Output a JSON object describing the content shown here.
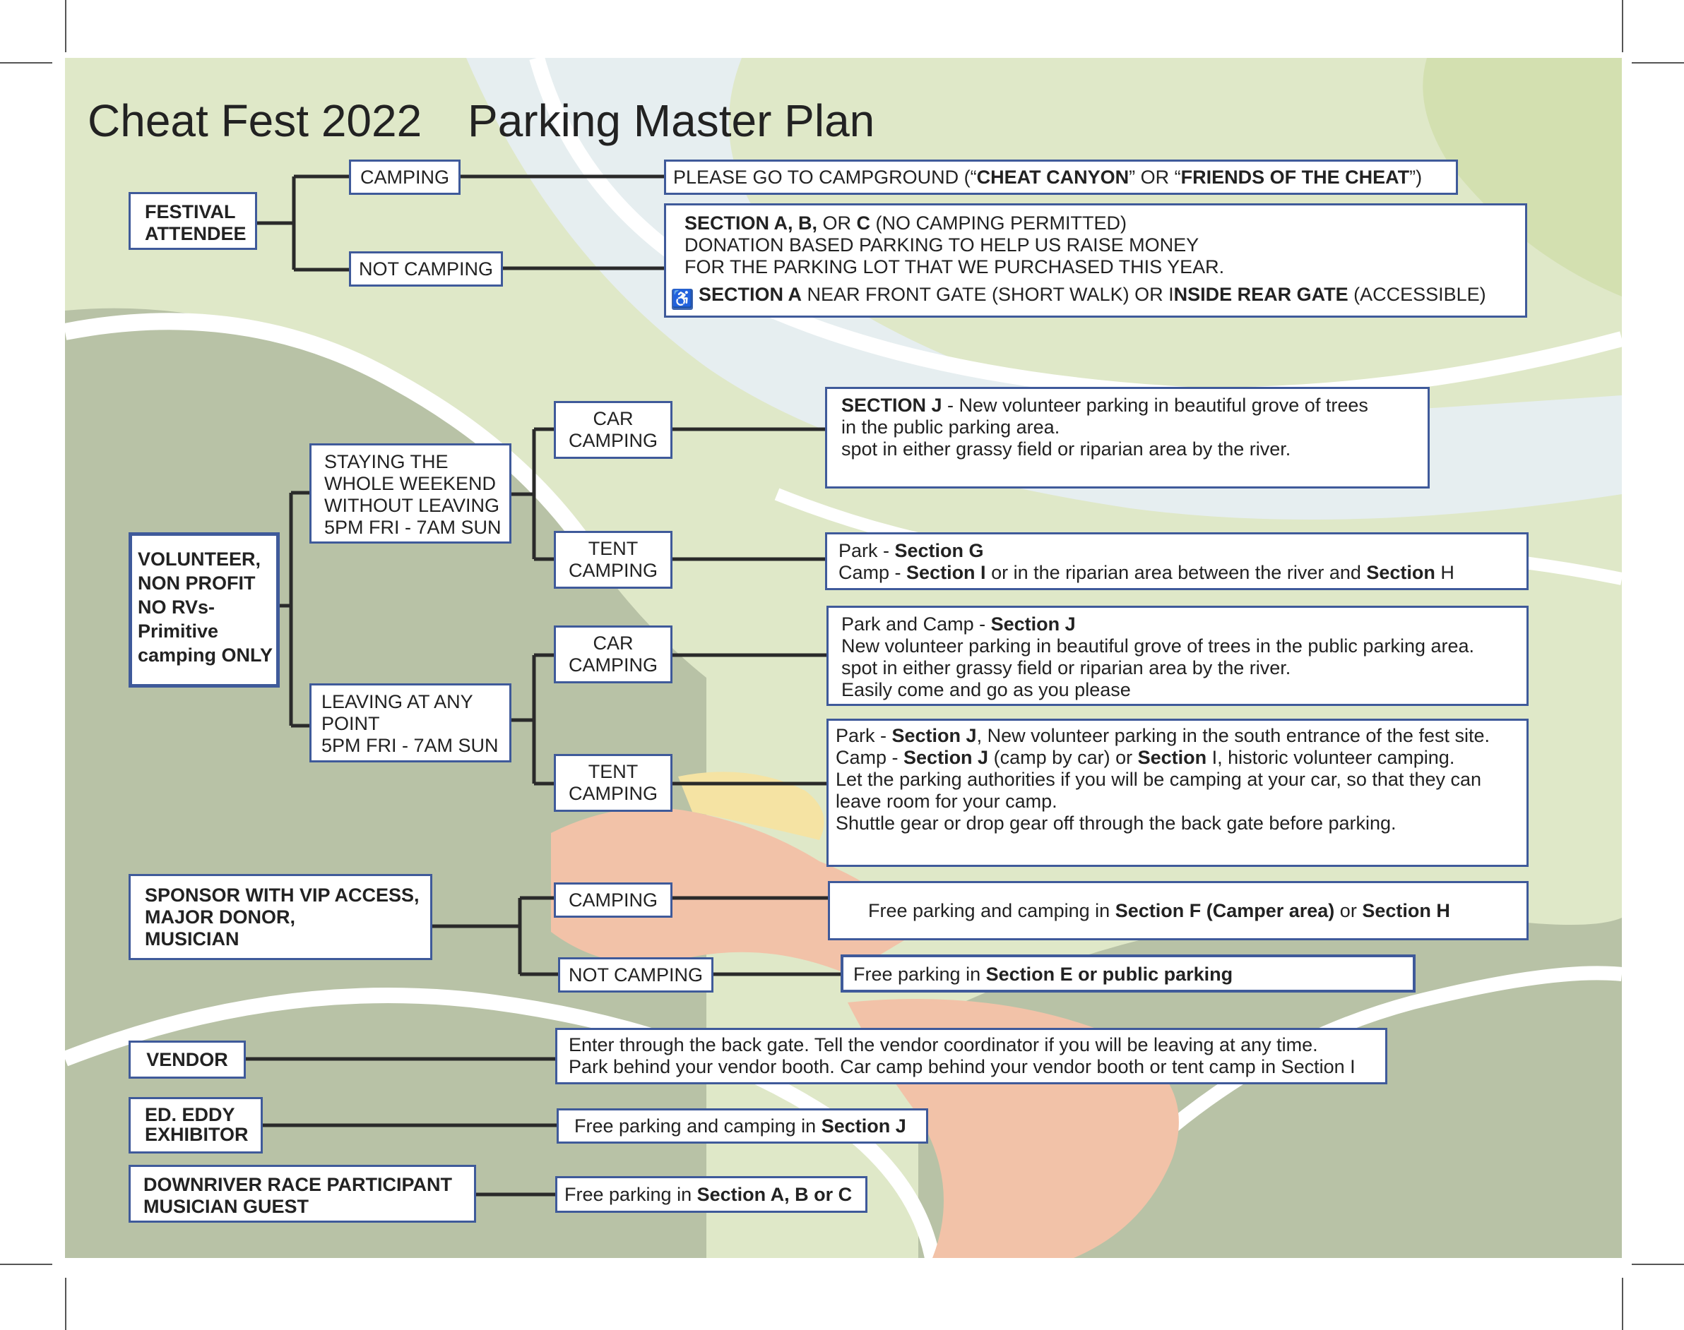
{
  "title": {
    "event": "Cheat Fest 2022",
    "plan": "Parking Master Plan"
  },
  "colors": {
    "box_border": "#3f5a9a",
    "connector": "#2a2a2a",
    "accessible_icon": "#3e66b0"
  },
  "icons": {
    "accessible": "accessible-icon"
  },
  "festival_attendee": {
    "label": "FESTIVAL ATTENDEE",
    "camping": {
      "label": "CAMPING",
      "info": {
        "p1": "PLEASE GO TO CAMPGROUND (“",
        "b1": "CHEAT CANYON",
        "p2": "” OR “",
        "b2": "FRIENDS OF THE CHEAT",
        "p3": "”)"
      }
    },
    "not_camping": {
      "label": "NOT CAMPING",
      "info": {
        "l1_b1": "SECTION A, B,",
        "l1_p1": " OR ",
        "l1_b2": "C",
        "l1_p2": "  (NO CAMPING PERMITTED)",
        "l2": "DONATION BASED PARKING TO HELP US RAISE MONEY",
        "l3": "FOR THE PARKING LOT THAT WE PURCHASED THIS YEAR.",
        "l4_b1": "SECTION A",
        "l4_p1": " NEAR FRONT GATE (SHORT WALK) OR I",
        "l4_b2": "NSIDE REAR GATE",
        "l4_p2": " (ACCESSIBLE)"
      }
    }
  },
  "volunteer": {
    "label_lines": [
      "VOLUNTEER,",
      "NON PROFIT",
      "NO RVs-",
      "Primitive",
      "camping ONLY"
    ],
    "staying": {
      "label_lines": [
        "STAYING THE",
        "WHOLE WEEKEND",
        "WITHOUT LEAVING",
        "5PM FRI - 7AM SUN"
      ],
      "car_camping": {
        "label_lines": [
          "CAR",
          "CAMPING"
        ],
        "info": {
          "l1_b": "SECTION J",
          "l1_p": " - New volunteer parking in beautiful grove of trees",
          "l2": "in the public parking area.",
          "l3": "spot in either grassy field or riparian area by the river."
        }
      },
      "tent_camping": {
        "label_lines": [
          "TENT",
          "CAMPING"
        ],
        "info": {
          "l1_p": "Park - ",
          "l1_b": "Section G",
          "l2_p1": "Camp - ",
          "l2_b1": "Section I",
          "l2_p2": " or in the riparian area between the river and ",
          "l2_b2": "Section",
          "l2_p3": " H"
        }
      }
    },
    "leaving": {
      "label_lines": [
        "LEAVING AT ANY",
        "POINT",
        "5PM FRI - 7AM SUN"
      ],
      "car_camping": {
        "label_lines": [
          "CAR",
          "CAMPING"
        ],
        "info": {
          "l1_p": "Park and Camp - ",
          "l1_b": "Section J",
          "l2": "New volunteer parking in beautiful grove of trees in the public parking area.",
          "l3": "spot in either grassy field or riparian area by the river.",
          "l4": "Easily come and go as you please"
        }
      },
      "tent_camping": {
        "label_lines": [
          "TENT",
          "CAMPING"
        ],
        "info": {
          "l1_p1": "Park - ",
          "l1_b1": "Section J",
          "l1_p2": ", New volunteer parking in the south entrance of the fest site.",
          "l2_p1": "Camp - ",
          "l2_b1": "Section J",
          "l2_p2": " (camp by car) or ",
          "l2_b2": "Section",
          "l2_p3": " I, historic volunteer camping.",
          "l3": "Let the parking authorities if you will be camping at your car, so that they can",
          "l4": "leave room for your camp.",
          "l5": "Shuttle gear or drop gear off through the back gate before parking."
        }
      }
    }
  },
  "sponsor": {
    "label_lines": [
      "SPONSOR WITH VIP ACCESS,",
      "MAJOR DONOR,",
      "MUSICIAN"
    ],
    "camping": {
      "label": "CAMPING",
      "info": {
        "p1": "Free parking and camping in ",
        "b1": "Section F (Camper area)",
        "p2": " or ",
        "b2": "Section H"
      }
    },
    "not_camping": {
      "label": "NOT CAMPING",
      "info": {
        "p1": "Free parking in ",
        "b1": "Section E or public parking"
      }
    }
  },
  "vendor": {
    "label": "VENDOR",
    "info": {
      "l1": "Enter through the back gate. Tell the vendor coordinator if you will be leaving at any time.",
      "l2": "Park behind your vendor booth. Car camp behind your vendor booth or tent camp in Section I"
    }
  },
  "ed_eddy": {
    "label_lines": [
      "ED. EDDY",
      "EXHIBITOR"
    ],
    "info": {
      "p1": "Free parking and camping in ",
      "b1": "Section J"
    }
  },
  "downriver": {
    "label_lines": [
      "DOWNRIVER RACE PARTICIPANT",
      "MUSICIAN GUEST"
    ],
    "info": {
      "p1": "Free parking in ",
      "b1": "Section A, B or C"
    }
  }
}
